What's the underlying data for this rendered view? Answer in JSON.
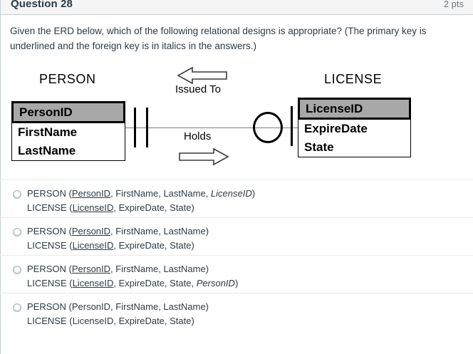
{
  "header": {
    "title": "Question 28",
    "points": "2 pts"
  },
  "prompt": {
    "text": "Given the ERD below, which of the following relational designs is appropriate? (The primary key is underlined and the foreign key is in italics in the answers.)"
  },
  "erd": {
    "entities": [
      {
        "title": "PERSON",
        "primary_key": "PersonID",
        "attributes": [
          "FirstName",
          "LastName"
        ]
      },
      {
        "title": "LICENSE",
        "primary_key": "LicenseID",
        "attributes": [
          "ExpireDate",
          "State"
        ]
      }
    ],
    "relationships": [
      {
        "label": "Issued To",
        "direction": "left"
      },
      {
        "label": "Holds",
        "direction": "right"
      }
    ],
    "cardinality": {
      "person_side": "one-and-only-one",
      "license_side": "zero-or-one"
    },
    "colors": {
      "pk_fill": "#a8a8a8",
      "entity_border": "#000000",
      "connector": "#808080"
    }
  },
  "answers": [
    {
      "line1": {
        "table": "PERSON (",
        "pk": "PersonID",
        "mid": ", FirstName, LastName, ",
        "fk": "LicenseID",
        "end": ")"
      },
      "line2": {
        "table": "LICENSE (",
        "pk": "LicenseID",
        "mid": ", ExpireDate, State",
        "fk": "",
        "end": ")"
      }
    },
    {
      "line1": {
        "table": "PERSON (",
        "pk": "PersonID",
        "mid": ", FirstName, LastName",
        "fk": "",
        "end": ")"
      },
      "line2": {
        "table": "LICENSE (",
        "pk": "LicenseID",
        "mid": ", ExpireDate, State",
        "fk": "",
        "end": ")"
      }
    },
    {
      "line1": {
        "table": "PERSON (",
        "pk": "PersonID",
        "mid": ", FirstName, LastName",
        "fk": "",
        "end": ")"
      },
      "line2": {
        "table": "LICENSE (",
        "pk": "LicenseID",
        "mid": ", ExpireDate, State, ",
        "fk": "PersonID",
        "end": ")"
      }
    },
    {
      "line1": {
        "table": "PERSON (PersonID, FirstName, LastName)",
        "pk": "",
        "mid": "",
        "fk": "",
        "end": ""
      },
      "line2": {
        "table": "LICENSE (LicenseID, ExpireDate, State)",
        "pk": "",
        "mid": "",
        "fk": "",
        "end": ""
      }
    }
  ]
}
